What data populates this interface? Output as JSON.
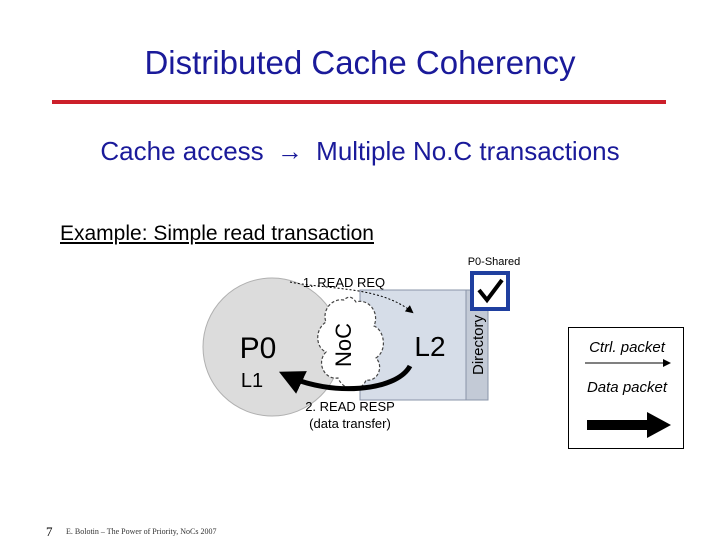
{
  "slide": {
    "title": "Distributed Cache Coherency",
    "subtitle_left": "Cache access",
    "subtitle_arrow": "→",
    "subtitle_right": "Multiple No.C transactions",
    "example_label": "Example: Simple read transaction",
    "page_number": "7",
    "footer": "E. Bolotin – The Power of Priority, NoCs 2007"
  },
  "diagram": {
    "p0_label": "P0",
    "l1_label": "L1",
    "noc_label": "NoC",
    "l2_label": "L2",
    "directory_label": "Directory",
    "p0_shared_label": "P0-Shared",
    "read_req_label": "1. READ REQ",
    "read_resp_label": "2. READ RESP",
    "data_transfer_label": "(data transfer)"
  },
  "legend": {
    "ctrl_label": "Ctrl. packet",
    "data_label": "Data packet"
  },
  "colors": {
    "title": "#1a1a9a",
    "rule": "#cc1f2a",
    "node_fill": "#dcdcdc",
    "l2_fill": "#d6dde8",
    "checkbox_border": "#1f3f9f"
  }
}
